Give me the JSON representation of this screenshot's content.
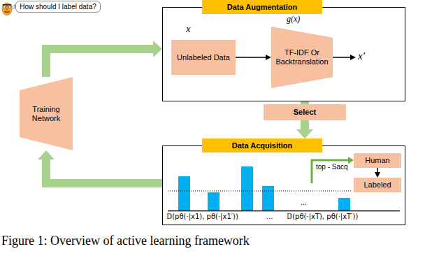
{
  "diagram": {
    "caption": "Figure 1: Overview of active learning framework",
    "nodes": [
      {
        "text": [
          "How should I label data?"
        ]
      },
      {
        "text": [
          "Data Augmentation"
        ]
      },
      {
        "text": [
          "Unlabeled Data"
        ],
        "in": 1
      },
      {
        "text": [
          "TF-IDF Or Backtranslation"
        ],
        "in": 1
      },
      {
        "text": [
          "Select"
        ]
      },
      {
        "text": [
          "Data Acquisition"
        ]
      },
      {
        "text": [
          "Human"
        ],
        "in": 5
      },
      {
        "text": [
          "Labeled"
        ],
        "in": 5
      },
      {
        "text": [
          "Training Network"
        ]
      }
    ],
    "edges": [
      {
        "from": 2,
        "to": 3,
        "arrow": "to"
      },
      {
        "from": 1,
        "to": 4,
        "arrow": "none"
      },
      {
        "from": 4,
        "to": 5,
        "arrow": "to"
      },
      {
        "from": 6,
        "to": 7,
        "arrow": "to"
      },
      {
        "from": 5,
        "to": 8,
        "arrow": "to"
      },
      {
        "from": 8,
        "to": 1,
        "arrow": "to"
      }
    ],
    "labels": [
      "x",
      "g(x)",
      "x′",
      "top - Sacq",
      "...",
      "𝔻(pθ(·|x1), pθ(·|x1′))",
      "...",
      "𝔻(pθ(·|xT), pθ(·|xT′))"
    ]
  }
}
